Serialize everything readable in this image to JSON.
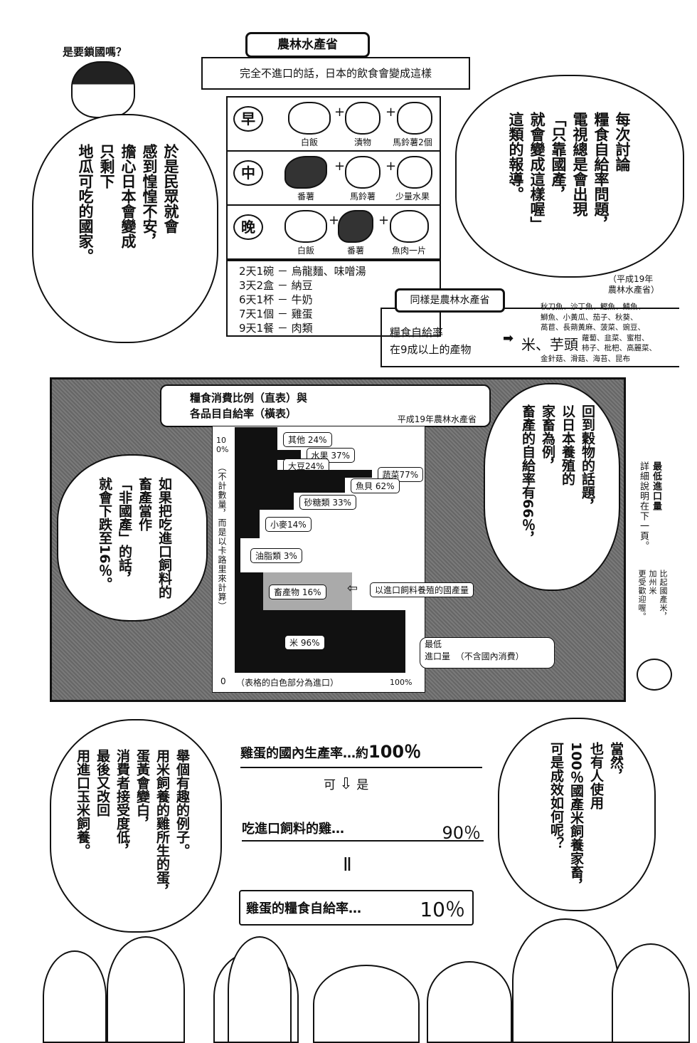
{
  "panel1": {
    "side_remark": "是要鎖國嗎？",
    "left_bubble": [
      "於是民眾就會",
      "感到惶惶不安，",
      "擔心日本會變成",
      "只剩下",
      "地瓜可吃的國家。"
    ],
    "title_tag": "農林水產省",
    "subtitle": "完全不進口的話，日本的飲食會變成這樣",
    "meals": [
      {
        "badge": "早",
        "items": [
          "白飯",
          "漬物",
          "馬鈴薯2個"
        ]
      },
      {
        "badge": "中",
        "items": [
          "番薯",
          "馬鈴薯",
          "少量水果"
        ]
      },
      {
        "badge": "晚",
        "items": [
          "白飯",
          "番薯",
          "魚肉一片"
        ]
      }
    ],
    "frequency_list": [
      "2天1碗 － 烏龍麵、味噌湯",
      "3天2盒 － 納豆",
      "6天1杯 － 牛奶",
      "7天1個 － 雞蛋",
      "9天1餐 － 肉類"
    ],
    "right_bubble": [
      "每次討論",
      "糧食自給率問題，",
      "電視總是會出現",
      "「只靠國產，",
      "就會變成這樣喔」",
      "這類的報導。"
    ],
    "source_note": [
      "（平成19年",
      "農林水產省）"
    ],
    "second_tag": "同樣是農林水產省",
    "self_sufficiency_label": [
      "糧食自給率",
      "在9成以上的產物"
    ],
    "arrow_icon": "right-arrow",
    "main_items": "米、芋頭",
    "other_items": [
      "秋刀魚、沙丁魚、鰹魚、鯖魚、",
      "鰤魚、小黃瓜、茄子、秋葵、",
      "萵苣、長蒴黃麻、菠菜、豌豆、",
      "蘿蔔、韭菜、蜜柑、",
      "柿子、枇杷、高麗菜、",
      "金針菇、滑菇、海苔、昆布"
    ]
  },
  "panel2": {
    "chart_title": [
      "糧食消費比例（直表）與",
      "各品目自給率（橫表）"
    ],
    "chart_source": "平成19年農林水產省",
    "left_bubble": [
      "如果把吃進口飼料的",
      "畜產當作",
      "「非國產」的話，",
      "就會下跌至16％。"
    ],
    "right_bubble": [
      "回到穀物的話題，",
      "以日本養殖的",
      "家畜為例，",
      "畜產的自給率有66％，"
    ],
    "margin_note": [
      "最低進口量",
      "詳細說明在下一頁。"
    ],
    "margin_note2": [
      "比起國產米，",
      "加州米",
      "更受歡迎喔。"
    ],
    "feed_callout": "以進口飼料養殖的國產量",
    "min_import_callout": [
      "最低",
      "進口量"
    ],
    "min_import_note": "（不含國內消費）"
  },
  "chart_data": {
    "type": "bar",
    "orientation": "horizontal-variable-width",
    "title": "糧食消費比例（直表）與各品目自給率（橫表）",
    "ylabel": "（不計數量，而是以卡路里來計算）",
    "y_top_tick": "100%",
    "x_ticks": [
      "0",
      "100%"
    ],
    "xlabel": "（表格的白色部分為進口）",
    "xlim": [
      0,
      100
    ],
    "categories": [
      "其他",
      "水果",
      "大豆",
      "蔬菜",
      "魚貝",
      "砂糖類",
      "小麥",
      "油脂類",
      "畜產物",
      "米"
    ],
    "labels": [
      "其他 24%",
      "水果 37%",
      "大豆24%",
      "蔬菜77%",
      "魚貝 62%",
      "砂糖類 33%",
      "小麥14%",
      "油脂類 3%",
      "畜產物 16%",
      "米 96%"
    ],
    "self_sufficiency_pct": [
      24,
      37,
      24,
      77,
      62,
      33,
      14,
      3,
      16,
      96
    ],
    "consumption_share_pct_est": [
      9.2,
      3.9,
      4.3,
      2.9,
      6.3,
      6.8,
      11.6,
      14.0,
      15.5,
      25.5
    ],
    "highlight": {
      "category": "畜產物",
      "feed_imported_domestic_pct": 66,
      "color": "#aaaaaa"
    },
    "colors": {
      "domestic": "#111111",
      "import": "#ffffff"
    }
  },
  "panel3": {
    "left_bubble": [
      "舉個有趣的例子。",
      "用米飼養的雞所生的蛋，",
      "蛋黃會變白，",
      "消費者接受度低，",
      "最後又改回",
      "用進口玉米飼養。"
    ],
    "line1_label": "雞蛋的國內生產率…約",
    "line1_value": "100％",
    "but_left": "可",
    "but_right": "是",
    "line2_label": "吃進口飼料的雞…",
    "line2_value": "90％",
    "equals": "Ⅱ",
    "line3_label": "雞蛋的糧食自給率…",
    "line3_value": "10％",
    "right_bubble": [
      "當然，",
      "也有人使用",
      "100％國產米飼養家畜，",
      "可是成效如何呢？"
    ]
  }
}
